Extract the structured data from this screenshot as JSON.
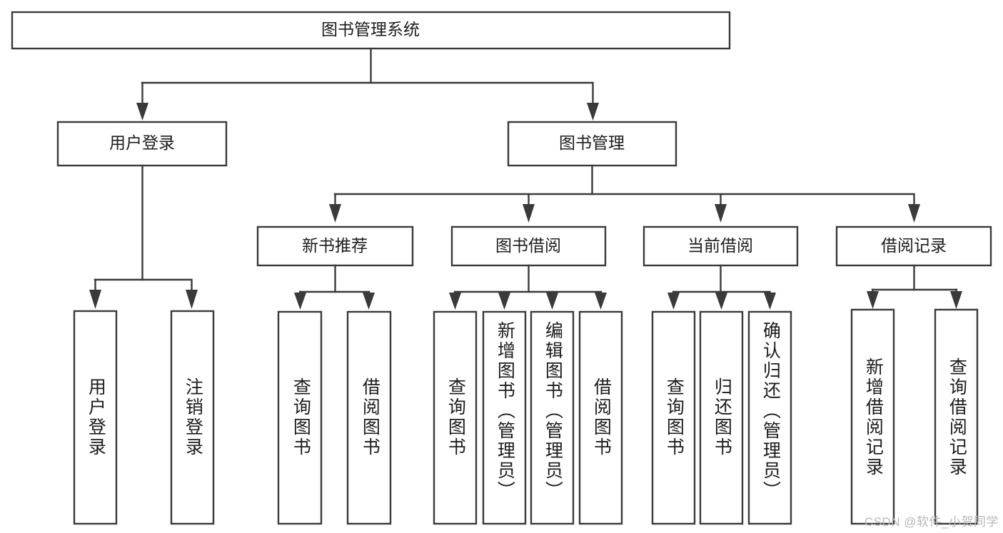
{
  "diagram": {
    "title": "图书管理系统",
    "type": "hierarchy-tree",
    "colors": {
      "stroke": "#3a3a3a",
      "fill": "#ffffff",
      "text": "#1c1c1c",
      "watermark": "#b9b9b9"
    },
    "root": {
      "label": "图书管理系统",
      "orientation": "horizontal"
    },
    "level2": [
      {
        "label": "用户登录",
        "orientation": "horizontal"
      },
      {
        "label": "图书管理",
        "orientation": "horizontal"
      }
    ],
    "level3": [
      {
        "label": "新书推荐",
        "orientation": "horizontal"
      },
      {
        "label": "图书借阅",
        "orientation": "horizontal"
      },
      {
        "label": "当前借阅",
        "orientation": "horizontal"
      },
      {
        "label": "借阅记录",
        "orientation": "horizontal"
      }
    ],
    "leaves": {
      "user_login": [
        {
          "label": "用户登录",
          "orientation": "vertical"
        },
        {
          "label": "注销登录",
          "orientation": "vertical"
        }
      ],
      "new_book_recommend": [
        {
          "label": "查询图书",
          "orientation": "vertical"
        },
        {
          "label": "借阅图书",
          "orientation": "vertical"
        }
      ],
      "book_borrow": [
        {
          "label": "查询图书",
          "orientation": "vertical"
        },
        {
          "label": "新增图书（管理员）",
          "orientation": "vertical"
        },
        {
          "label": "编辑图书（管理员）",
          "orientation": "vertical"
        },
        {
          "label": "借阅图书",
          "orientation": "vertical"
        }
      ],
      "current_borrow": [
        {
          "label": "查询图书",
          "orientation": "vertical"
        },
        {
          "label": "归还图书",
          "orientation": "vertical"
        },
        {
          "label": "确认归还（管理员）",
          "orientation": "vertical"
        }
      ],
      "borrow_record": [
        {
          "label": "新增借阅记录",
          "orientation": "vertical"
        },
        {
          "label": "查询借阅记录",
          "orientation": "vertical"
        }
      ]
    }
  },
  "watermark": {
    "text": "CSDN @软件_小贺同学"
  }
}
